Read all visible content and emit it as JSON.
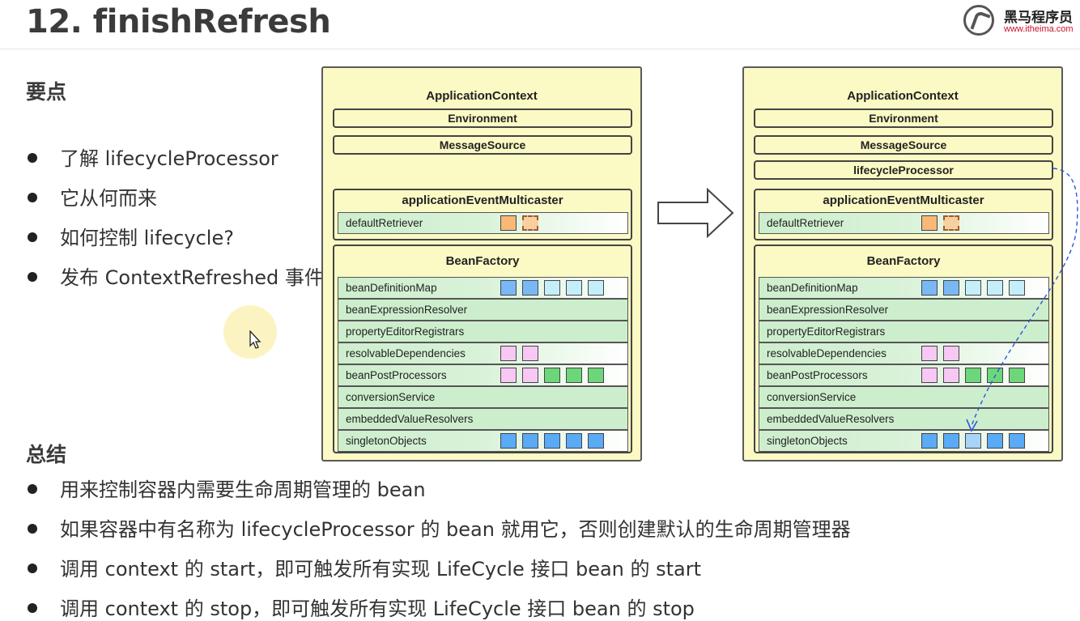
{
  "slide": {
    "title": "12. finishRefresh",
    "logo": {
      "name": "黑马程序员",
      "url": "www.itheima.com"
    }
  },
  "key_points": {
    "heading": "要点",
    "items": [
      "了解 lifecycleProcessor",
      "它从何而来",
      "如何控制 lifecycle?",
      "发布 ContextRefreshed 事件"
    ]
  },
  "summary": {
    "heading": "总结",
    "items": [
      "用来控制容器内需要生命周期管理的 bean",
      "如果容器中有名称为 lifecycleProcessor 的 bean 就用它，否则创建默认的生命周期管理器",
      "调用 context 的 start，即可触发所有实现 LifeCycle 接口 bean 的 start",
      "调用 context 的 stop，即可触发所有实现 LifeCycle 接口 bean 的 stop"
    ]
  },
  "diagram": {
    "before": {
      "title": "ApplicationContext",
      "bars": [
        "Environment",
        "MessageSource"
      ],
      "multicaster": {
        "title": "applicationEventMulticaster",
        "row": "defaultRetriever"
      },
      "bean_factory": {
        "title": "BeanFactory",
        "rows": [
          "beanDefinitionMap",
          "beanExpressionResolver",
          "propertyEditorRegistrars",
          "resolvableDependencies",
          "beanPostProcessors",
          "conversionService",
          "embeddedValueResolvers",
          "singletonObjects"
        ]
      }
    },
    "after": {
      "title": "ApplicationContext",
      "bars": [
        "Environment",
        "MessageSource",
        "lifecycleProcessor"
      ],
      "multicaster": {
        "title": "applicationEventMulticaster",
        "row": "defaultRetriever"
      },
      "bean_factory": {
        "title": "BeanFactory",
        "rows": [
          "beanDefinitionMap",
          "beanExpressionResolver",
          "propertyEditorRegistrars",
          "resolvableDependencies",
          "beanPostProcessors",
          "conversionService",
          "embeddedValueResolvers",
          "singletonObjects"
        ]
      }
    },
    "colors": {
      "panel_bg": "#fbf9c4",
      "row_green": "#cdeecd",
      "square_blue": "#5aaaf5",
      "square_lightblue": "#bfeafa",
      "square_pink": "#f8c8f4",
      "square_green": "#6ed67a",
      "square_orange": "#f8b878",
      "link_arrow": "#2a55e0"
    }
  }
}
